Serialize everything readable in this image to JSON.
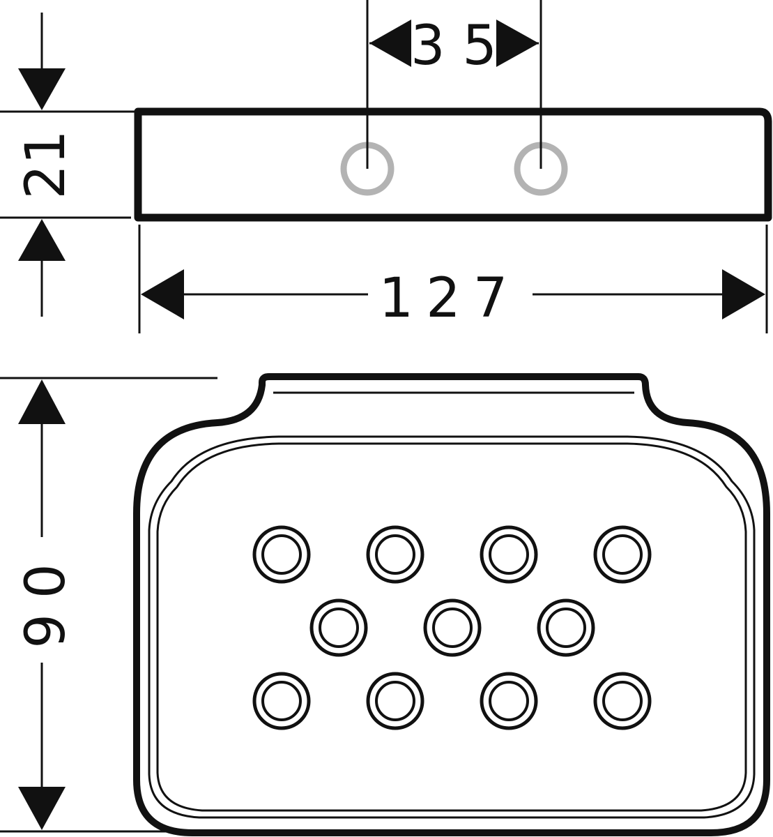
{
  "dimensions": {
    "hole_spacing": "3 5",
    "height": "21",
    "width": "127",
    "depth": "90"
  },
  "colors": {
    "line": "#111111",
    "mounting_hole": "#b3b3b3",
    "background": "#ffffff"
  }
}
